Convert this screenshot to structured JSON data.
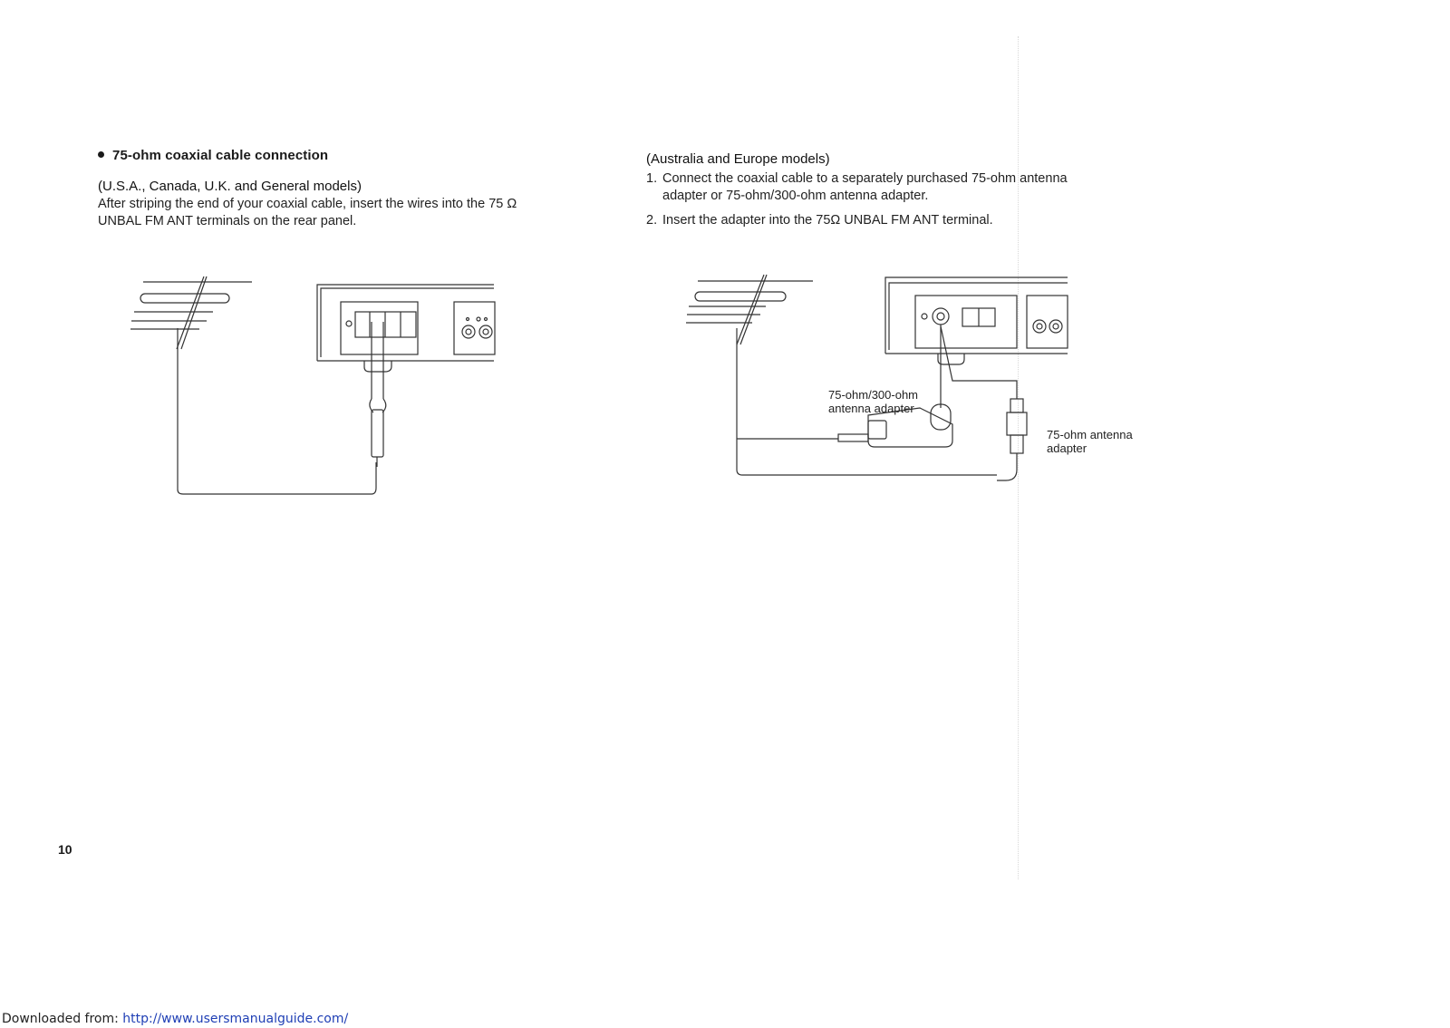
{
  "left": {
    "heading": "75-ohm coaxial cable connection",
    "subhead": "(U.S.A., Canada, U.K. and General models)",
    "para_line1": "After striping the end of your coaxial cable, insert the wires into the 75 Ω",
    "para_line2": "UNBAL FM ANT terminals on the rear panel."
  },
  "right": {
    "subhead": "(Australia and Europe models)",
    "steps": [
      {
        "num": "1.",
        "line1": "Connect the coaxial cable to a separately purchased 75-ohm antenna",
        "line2": "adapter or 75-ohm/300-ohm antenna adapter."
      },
      {
        "num": "2.",
        "line1": "Insert the adapter into the 75Ω UNBAL FM ANT terminal.",
        "line2": ""
      }
    ],
    "labels": {
      "adapter_300_line1": "75-ohm/300-ohm",
      "adapter_300_line2": "antenna adapter",
      "adapter_75_line1": "75-ohm antenna",
      "adapter_75_line2": "adapter"
    }
  },
  "page_number": "10",
  "footer": {
    "prefix": "Downloaded from: ",
    "link": "http://www.usersmanualguide.com/"
  }
}
